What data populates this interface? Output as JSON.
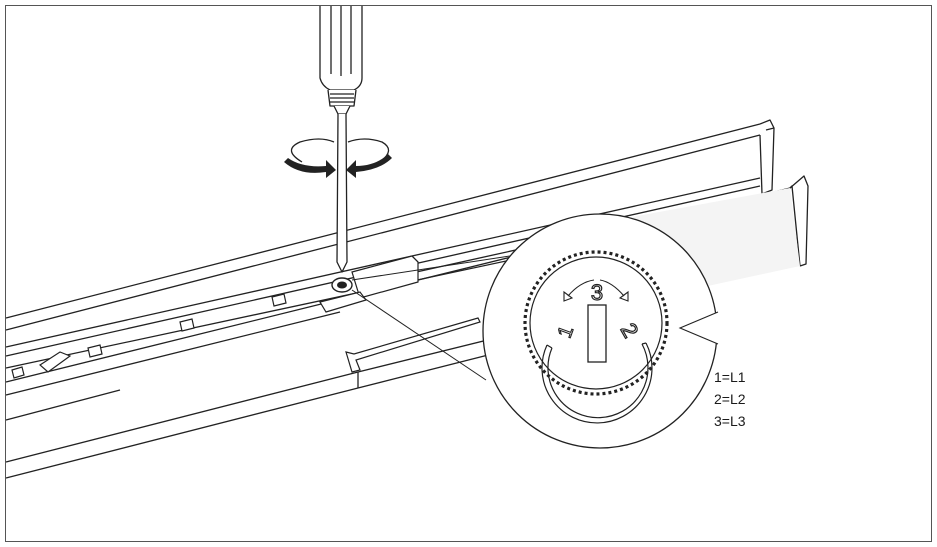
{
  "dial": {
    "numbers": [
      "1",
      "2",
      "3"
    ]
  },
  "legend": {
    "items": [
      "1=L1",
      "2=L2",
      "3=L3"
    ]
  }
}
